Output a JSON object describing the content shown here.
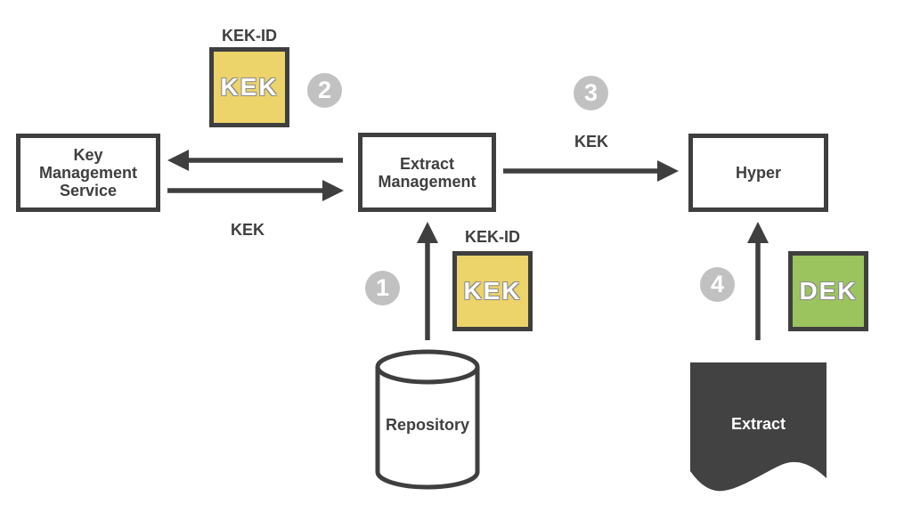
{
  "colors": {
    "ink": "#3f3f3f",
    "kek_fill": "#ecd36a",
    "dek_fill": "#9bc45e",
    "badge_gray": "#c1c1c1",
    "extract_doc_fill": "#424242",
    "key_text": "#ffffff"
  },
  "nodes": {
    "kms": {
      "line1": "Key",
      "line2": "Management",
      "line3": "Service"
    },
    "extract_management": {
      "line1": "Extract",
      "line2": "Management"
    },
    "hyper": {
      "label": "Hyper"
    },
    "repository": {
      "label": "Repository"
    },
    "extract_file": {
      "label": "Extract"
    }
  },
  "keys": {
    "kek_top": {
      "caption": "KEK-ID",
      "tag": "KEK"
    },
    "kek_middle": {
      "caption": "KEK-ID",
      "tag": "KEK"
    },
    "dek": {
      "tag": "DEK"
    }
  },
  "edge_labels": {
    "kms_em": "KEK",
    "em_hyper": "KEK"
  },
  "steps": {
    "step1": "1",
    "step2": "2",
    "step3": "3",
    "step4": "4"
  }
}
